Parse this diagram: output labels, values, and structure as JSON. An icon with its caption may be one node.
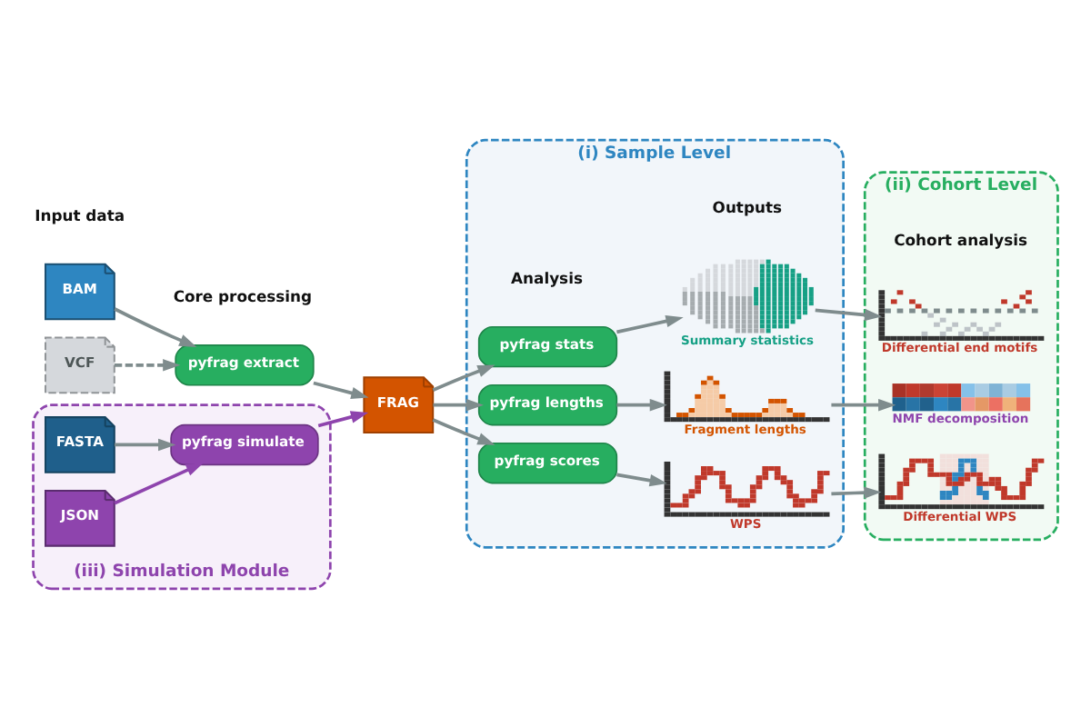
{
  "diagram": {
    "nodes": [
      {
        "text": [
          "BAM"
        ]
      },
      {
        "text": [
          "VCF"
        ]
      },
      {
        "text": [
          "(iii) Simulation Module"
        ]
      },
      {
        "text": [
          "FASTA"
        ],
        "in": 2
      },
      {
        "text": [
          "JSON"
        ],
        "in": 2
      },
      {
        "text": [
          "pyfrag extract"
        ]
      },
      {
        "text": [
          "FRAG"
        ]
      },
      {
        "text": [
          "pyfrag simulate"
        ],
        "in": 2
      },
      {
        "text": [
          "(i) Sample Level"
        ]
      },
      {
        "text": [
          "pyfrag stats"
        ],
        "in": 8
      },
      {
        "text": [
          "pyfrag lengths"
        ],
        "in": 8
      },
      {
        "text": [
          "pyfrag scores"
        ],
        "in": 8
      },
      {
        "text": [
          "Summary statistics"
        ],
        "in": 8
      },
      {
        "text": [
          "Fragment lengths"
        ],
        "in": 8
      },
      {
        "text": [
          "WPS"
        ],
        "in": 8
      },
      {
        "text": [
          "(ii) Cohort Level"
        ]
      },
      {
        "text": [
          "Differential end motifs"
        ],
        "in": 15
      },
      {
        "text": [
          "NMF decomposition"
        ],
        "in": 15
      },
      {
        "text": [
          "Differential WPS"
        ],
        "in": 15
      }
    ],
    "edges": [
      {
        "from": 0,
        "to": 5,
        "arrow": "to"
      },
      {
        "from": 1,
        "to": 5,
        "arrow": "to",
        "style": "dashed"
      },
      {
        "from": 5,
        "to": 6,
        "arrow": "to"
      },
      {
        "from": 3,
        "to": 7,
        "arrow": "to"
      },
      {
        "from": 4,
        "to": 7,
        "arrow": "to",
        "color": "#8e44ad"
      },
      {
        "from": 7,
        "to": 6,
        "arrow": "to",
        "color": "#8e44ad"
      },
      {
        "from": 6,
        "to": 9,
        "arrow": "to"
      },
      {
        "from": 6,
        "to": 10,
        "arrow": "to"
      },
      {
        "from": 6,
        "to": 11,
        "arrow": "to"
      },
      {
        "from": 9,
        "to": 12,
        "arrow": "to"
      },
      {
        "from": 10,
        "to": 13,
        "arrow": "to"
      },
      {
        "from": 11,
        "to": 14,
        "arrow": "to"
      },
      {
        "from": 12,
        "to": 16,
        "arrow": "to"
      },
      {
        "from": 13,
        "to": 17,
        "arrow": "to"
      },
      {
        "from": 14,
        "to": 18,
        "arrow": "to"
      }
    ],
    "labels": [
      "Input data",
      "Core processing",
      "Analysis",
      "Outputs",
      "Cohort analysis"
    ]
  }
}
